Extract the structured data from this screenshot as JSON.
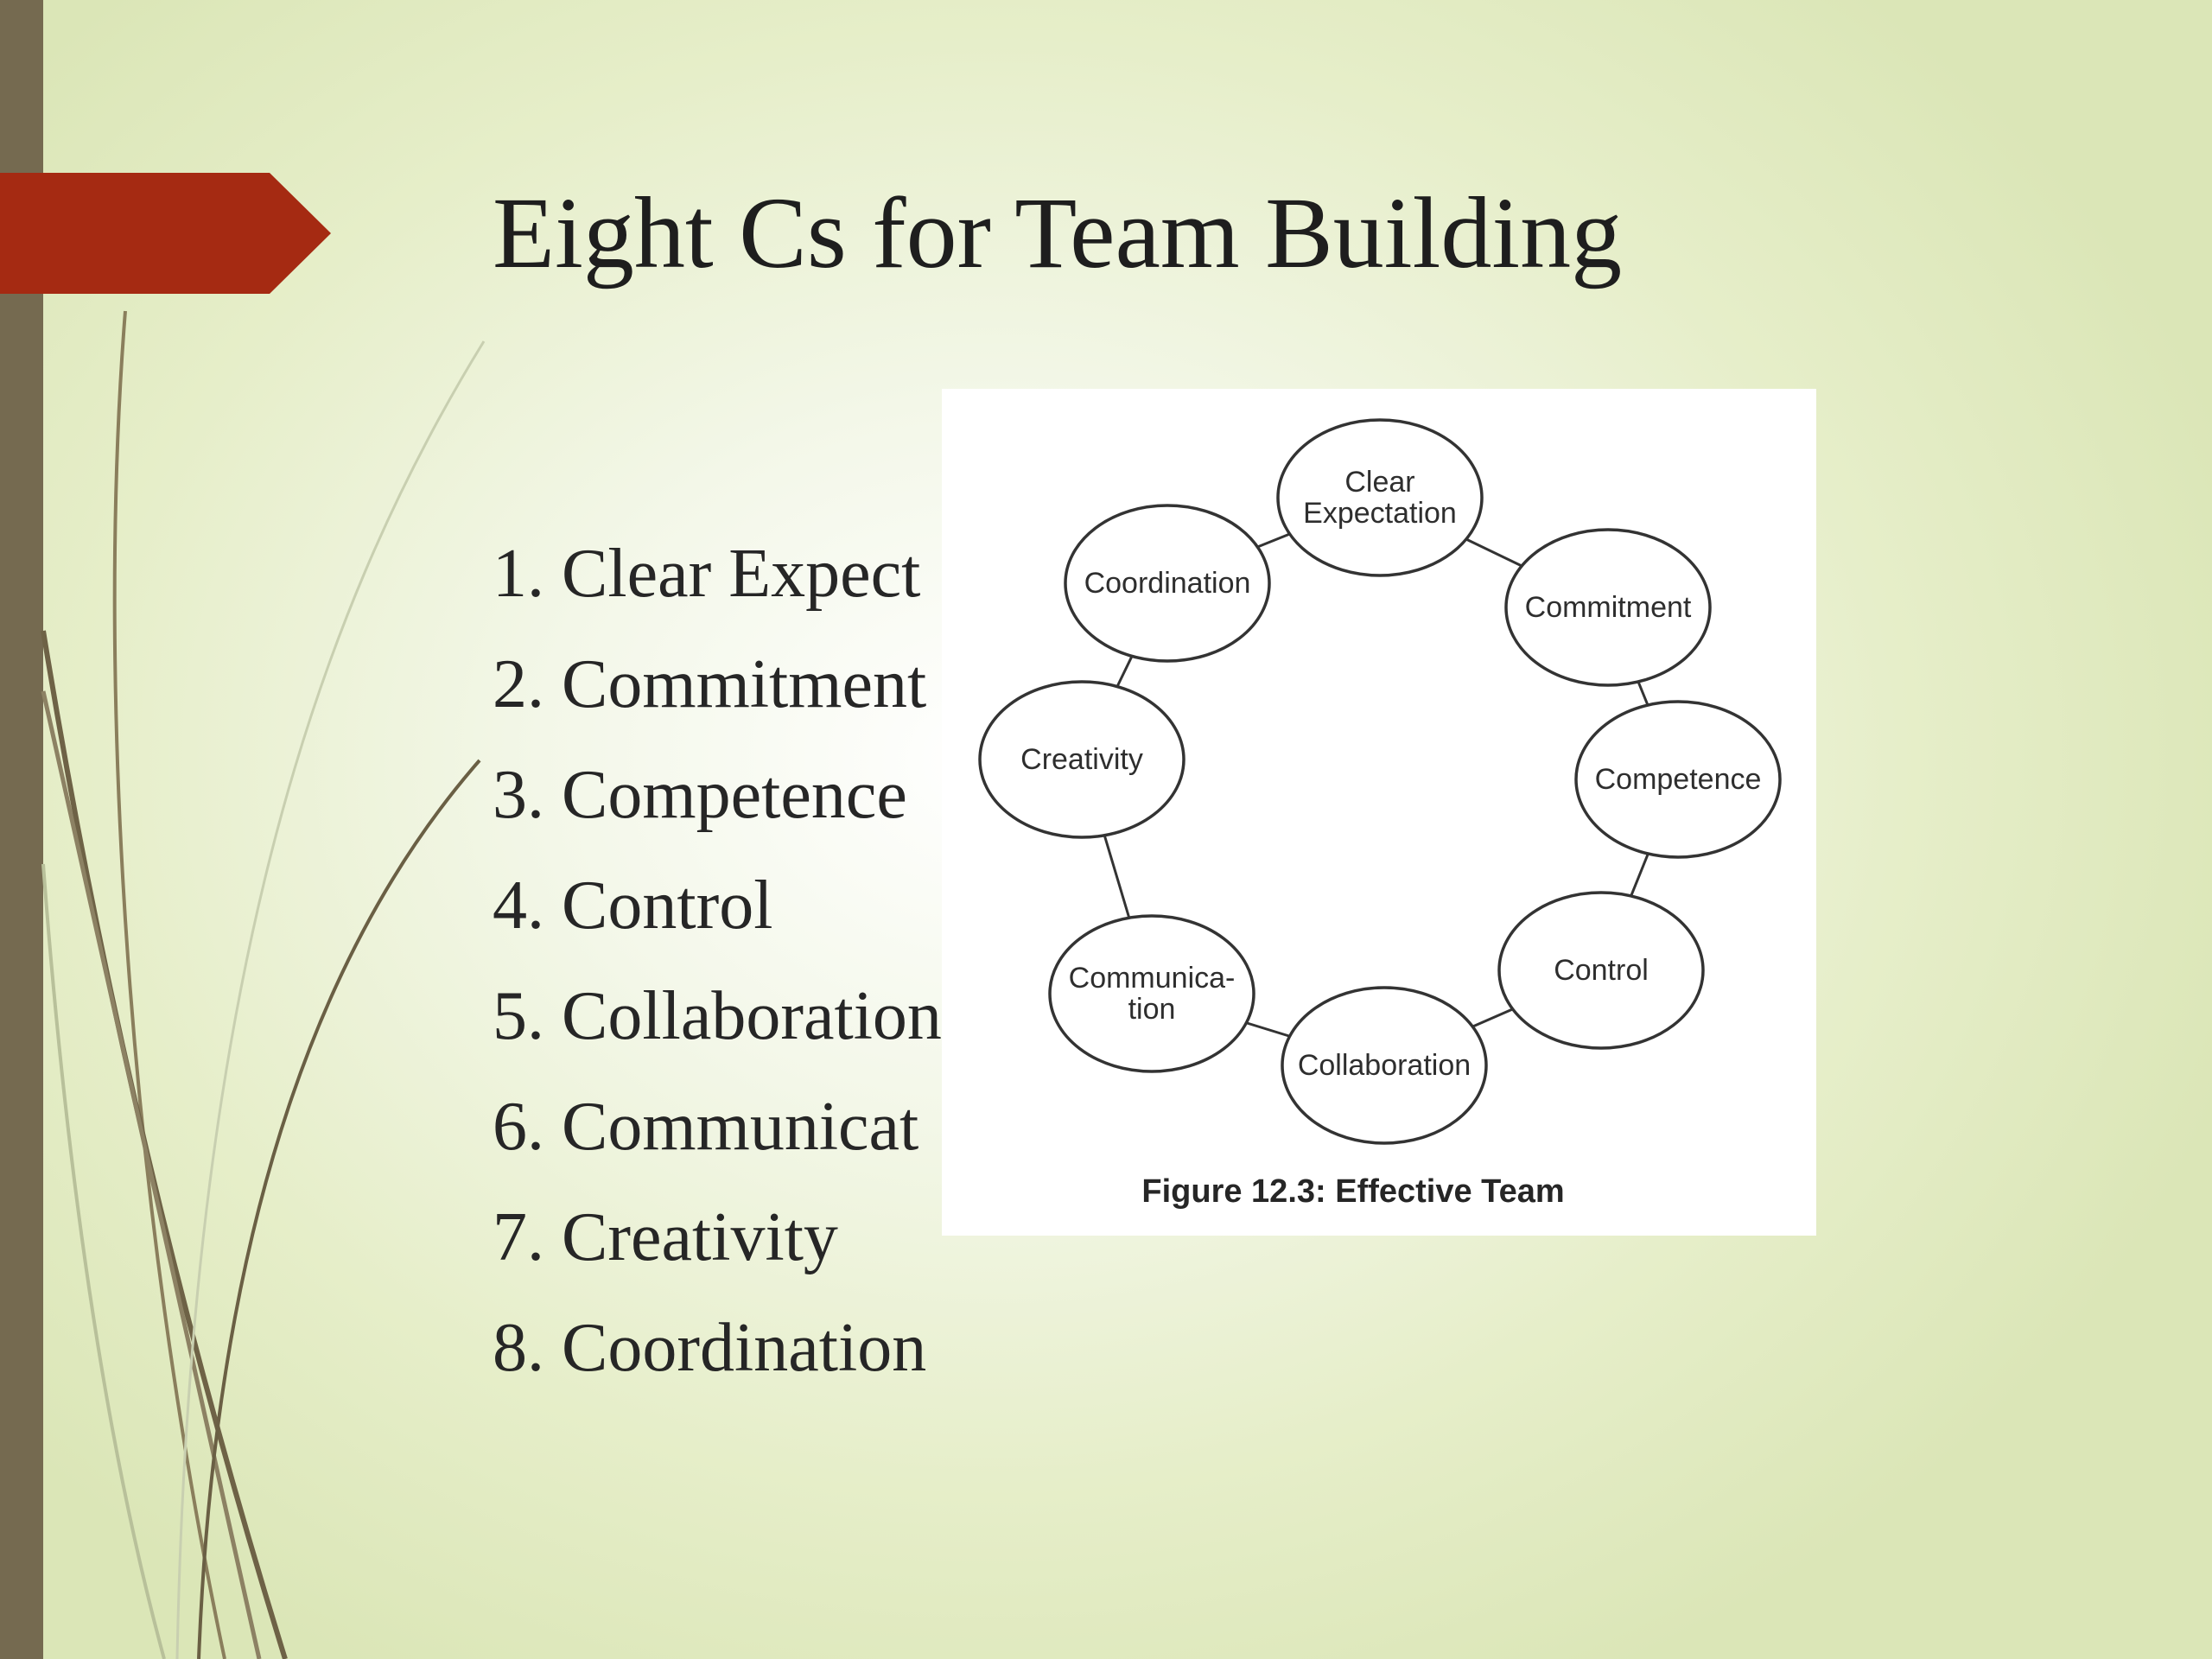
{
  "slide": {
    "title": "Eight Cs for Team Building",
    "bullets": [
      "1. Clear Expect",
      "2. Commitment",
      "3. Competence",
      "4. Control",
      "5. Collaboration",
      "6. Communicat",
      "7. Creativity",
      "8. Coordination"
    ]
  },
  "figure": {
    "caption": "Figure 12.3: Effective Team",
    "nodes": [
      {
        "id": "clear-expectation",
        "lines": [
          "Clear",
          "Expectation"
        ]
      },
      {
        "id": "commitment",
        "lines": [
          "Commitment"
        ]
      },
      {
        "id": "competence",
        "lines": [
          "Competence"
        ]
      },
      {
        "id": "control",
        "lines": [
          "Control"
        ]
      },
      {
        "id": "collaboration",
        "lines": [
          "Collaboration"
        ]
      },
      {
        "id": "communication",
        "lines": [
          "Communica-",
          "tion"
        ]
      },
      {
        "id": "creativity",
        "lines": [
          "Creativity"
        ]
      },
      {
        "id": "coordination",
        "lines": [
          "Coordination"
        ]
      }
    ]
  },
  "colors": {
    "accent_arrow": "#a52a12",
    "left_bar": "#756a50",
    "text": "#1e1e1e"
  }
}
